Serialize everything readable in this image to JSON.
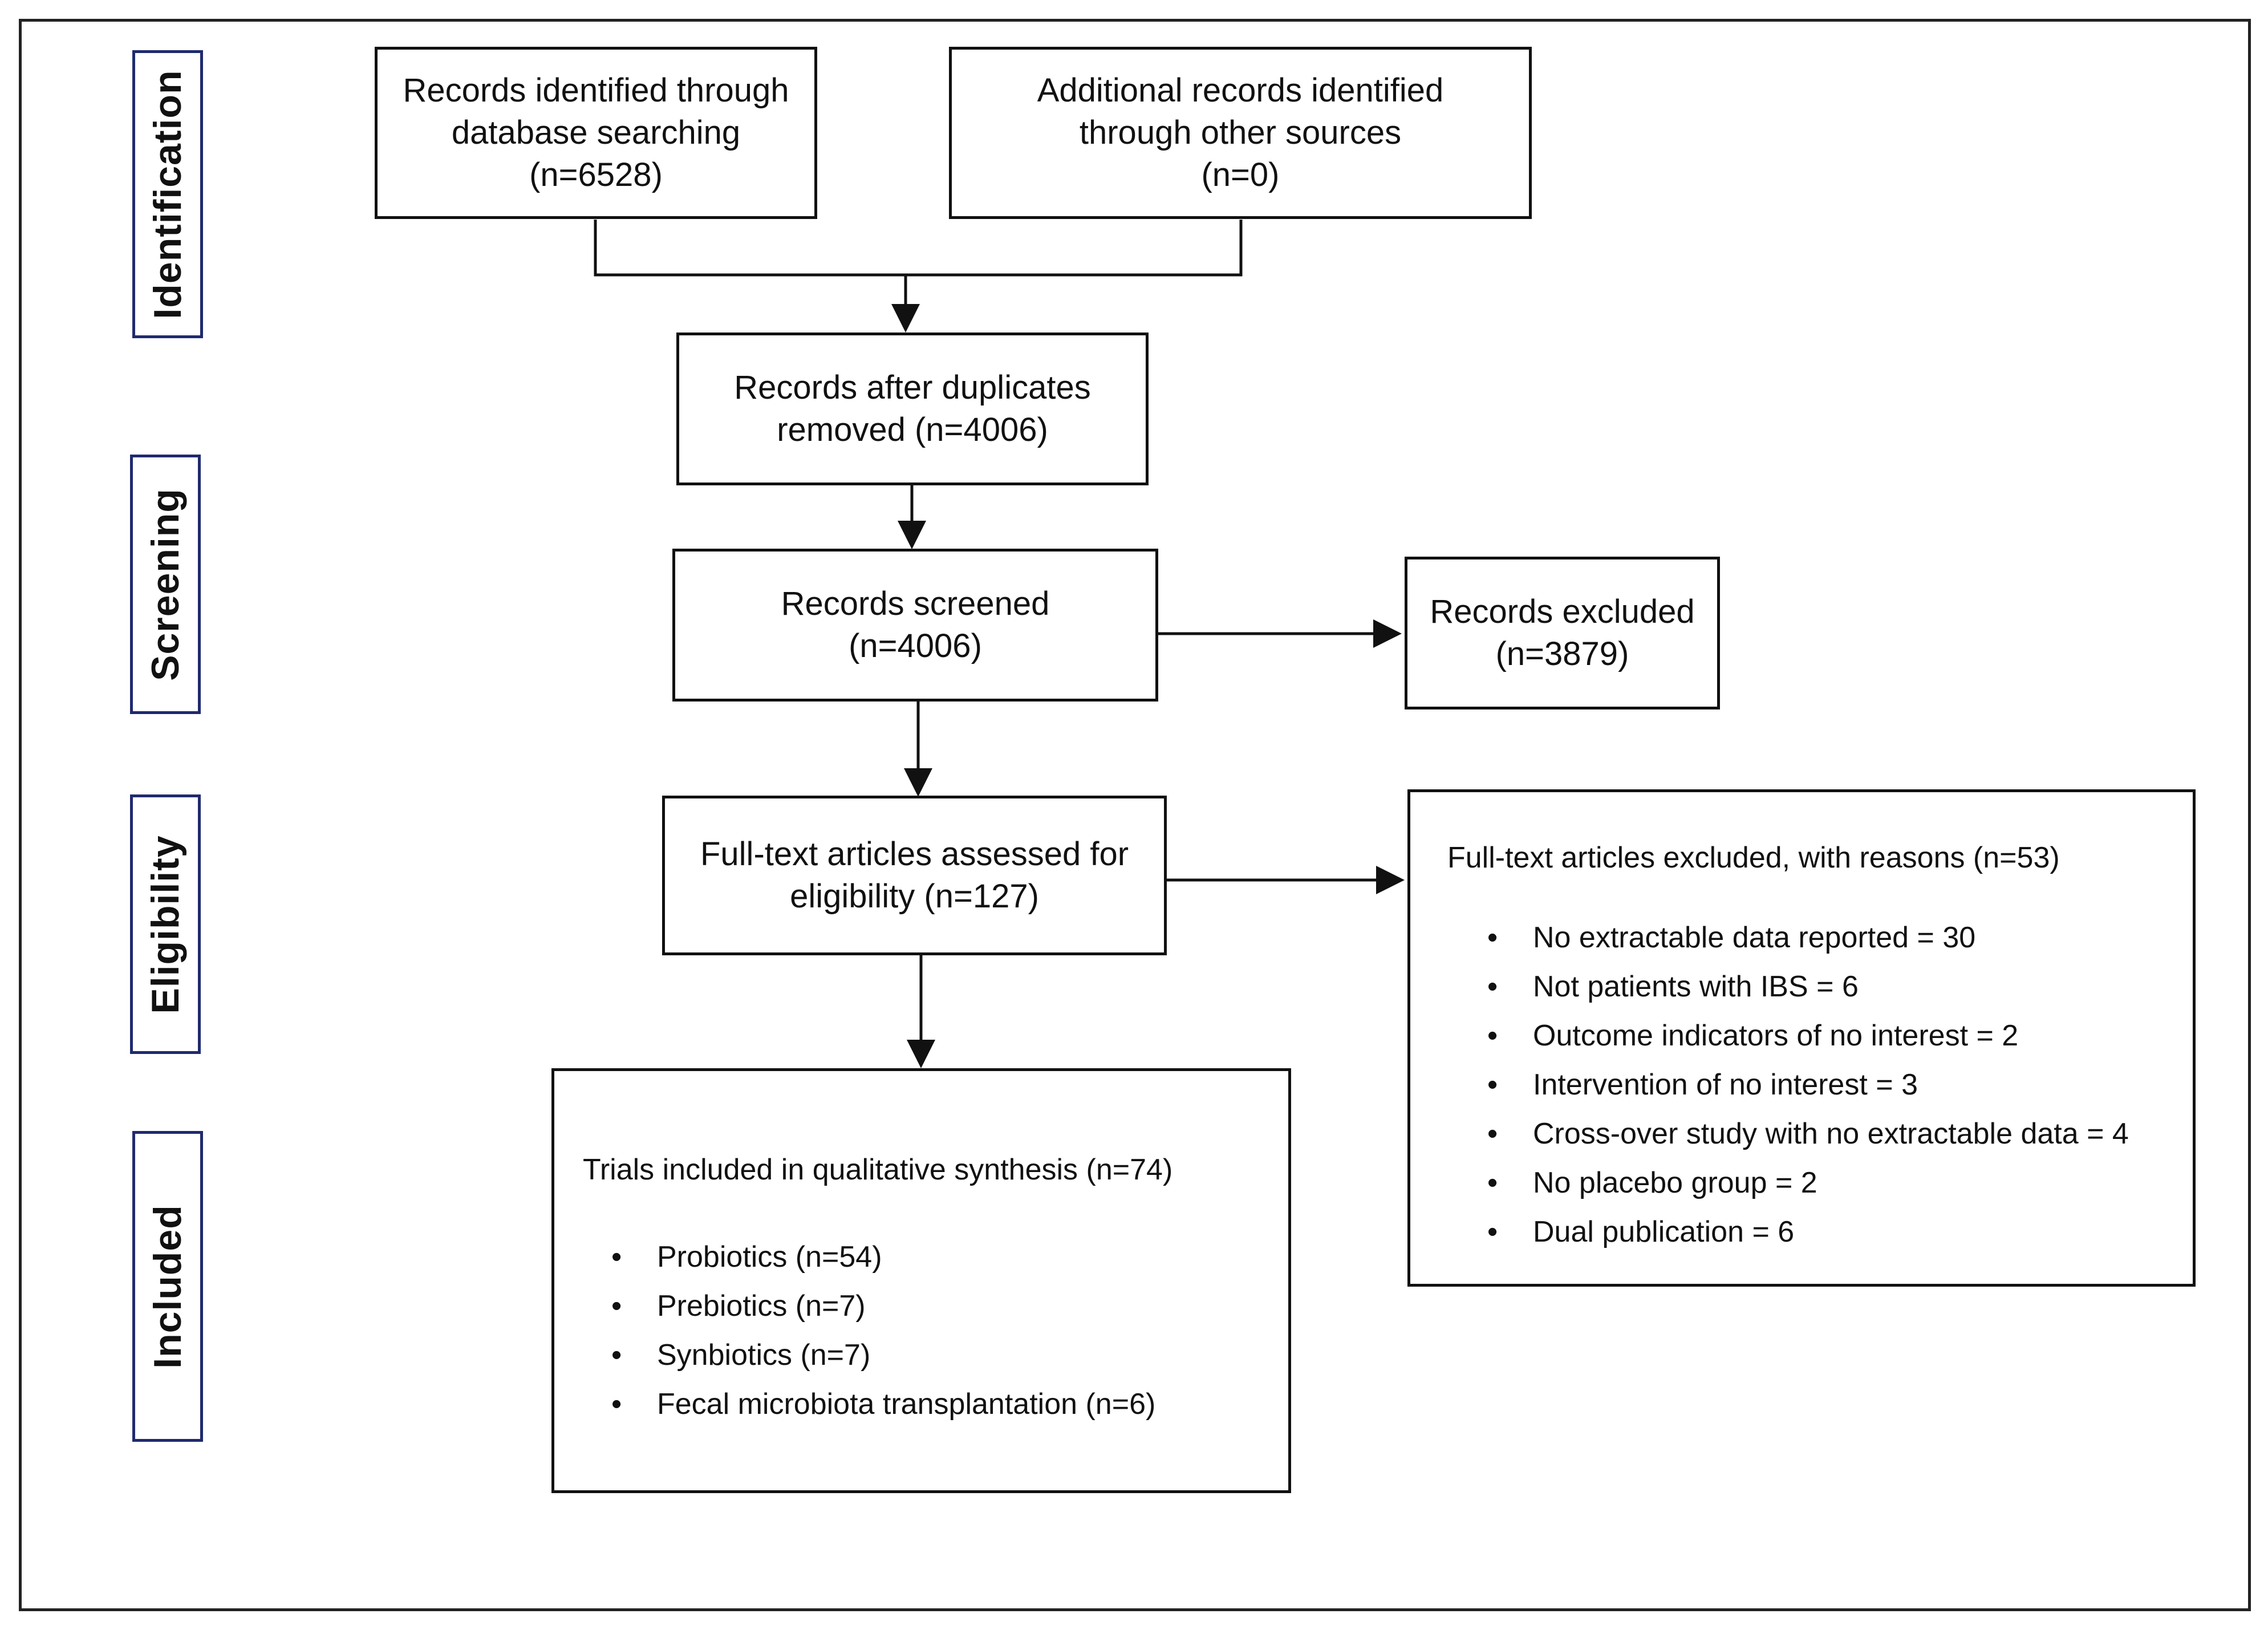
{
  "stages": {
    "identification": "Identification",
    "screening": "Screening",
    "eligibility": "Eligibility",
    "included": "Included"
  },
  "boxes": {
    "database_records": {
      "lines": [
        "Records identified through",
        "database searching",
        "(n=6528)"
      ]
    },
    "other_sources": {
      "lines": [
        "Additional records identified",
        "through other sources",
        "(n=0)"
      ]
    },
    "duplicates_removed": {
      "lines": [
        "Records after duplicates",
        "removed (n=4006)"
      ]
    },
    "records_screened": {
      "lines": [
        "Records screened",
        "(n=4006)"
      ]
    },
    "records_excluded": {
      "lines": [
        "Records excluded",
        "(n=3879)"
      ]
    },
    "fulltext_assessed": {
      "lines": [
        "Full-text articles assessed for",
        "eligibility (n=127)"
      ]
    }
  },
  "fulltext_excluded": {
    "heading": "Full-text articles excluded, with reasons (n=53)",
    "reasons": [
      "No extractable data reported = 30",
      "Not patients with IBS = 6",
      "Outcome indicators of no interest = 2",
      "Intervention of no interest = 3",
      "Cross-over study with no extractable data = 4",
      "No placebo group = 2",
      "Dual publication = 6"
    ]
  },
  "included_trials": {
    "heading": "Trials included in qualitative synthesis (n=74)",
    "items": [
      "Probiotics (n=54)",
      "Prebiotics (n=7)",
      "Synbiotics (n=7)",
      "Fecal microbiota transplantation (n=6)"
    ]
  }
}
